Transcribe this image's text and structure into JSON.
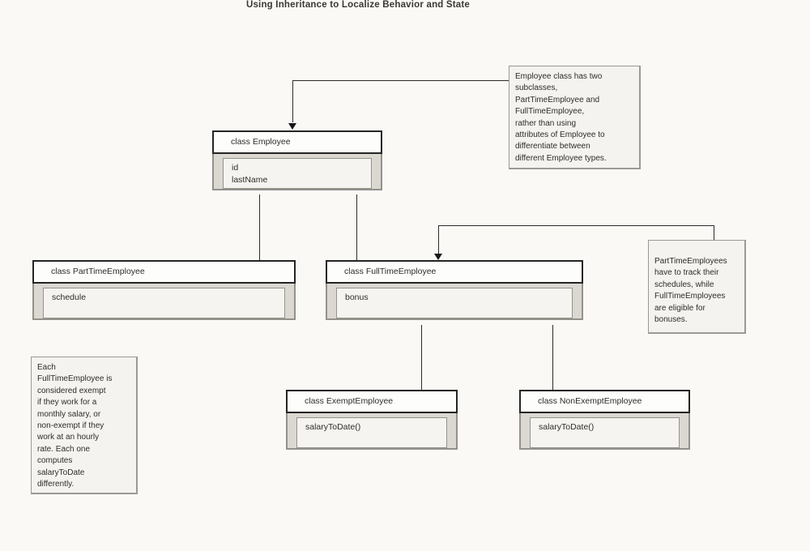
{
  "title": "Using Inheritance to Localize Behavior and State",
  "diagram": {
    "classes": [
      {
        "name": "Employee",
        "header": "class Employee",
        "members": [
          "id",
          "lastName"
        ]
      },
      {
        "name": "PartTimeEmployee",
        "header": "class PartTimeEmployee",
        "members": [
          "schedule"
        ]
      },
      {
        "name": "FullTimeEmployee",
        "header": "class FullTimeEmployee",
        "members": [
          "bonus"
        ]
      },
      {
        "name": "ExemptEmployee",
        "header": "class ExemptEmployee",
        "members": [
          "salaryToDate()"
        ]
      },
      {
        "name": "NonExemptEmployee",
        "header": "class NonExemptEmployee",
        "members": [
          "salaryToDate()"
        ]
      }
    ],
    "notes": [
      {
        "id": "note-employee-subclasses",
        "points_to": "Employee",
        "lines": [
          "Employee class has two",
          "subclasses,",
          "PartTimeEmployee and",
          "FullTimeEmployee,",
          "rather than using",
          "attributes of Employee to",
          "differentiate between",
          "different Employee types."
        ]
      },
      {
        "id": "note-schedules-bonuses",
        "points_to": "FullTimeEmployee",
        "lines": [
          "PartTimeEmployees",
          "have to track their",
          "schedules, while",
          "FullTimeEmployees",
          "are eligible for",
          "bonuses."
        ]
      },
      {
        "id": "note-exempt-nonexempt",
        "points_to": null,
        "lines": [
          "Each",
          "FullTimeEmployee is",
          "considered exempt",
          "if they work for a",
          "monthly salary, or",
          "non-exempt if they",
          "work at an hourly",
          "rate. Each one",
          "computes",
          "salaryToDate",
          "differently."
        ]
      }
    ],
    "relations": [
      {
        "from": "Employee",
        "to": "PartTimeEmployee",
        "type": "line"
      },
      {
        "from": "Employee",
        "to": "FullTimeEmployee",
        "type": "line"
      },
      {
        "from": "FullTimeEmployee",
        "to": "ExemptEmployee",
        "type": "line"
      },
      {
        "from": "FullTimeEmployee",
        "to": "NonExemptEmployee",
        "type": "line"
      },
      {
        "from": "note-employee-subclasses",
        "to": "Employee",
        "type": "arrow"
      },
      {
        "from": "note-schedules-bonuses",
        "to": "FullTimeEmployee",
        "type": "arrow"
      }
    ],
    "colors": {
      "canvas_bg": "#faf9f6",
      "class_header_bg": "#fdfdfb",
      "class_header_border": "#252525",
      "class_body_bg": "#dbd8d2",
      "class_body_border": "#94918b",
      "member_box_bg": "#f5f4f0",
      "member_box_border": "#96938d",
      "note_bg": "#f4f3f0",
      "note_border": "#9b9995",
      "text": "#2e2d2b",
      "connector": "#2b2b2b"
    }
  }
}
